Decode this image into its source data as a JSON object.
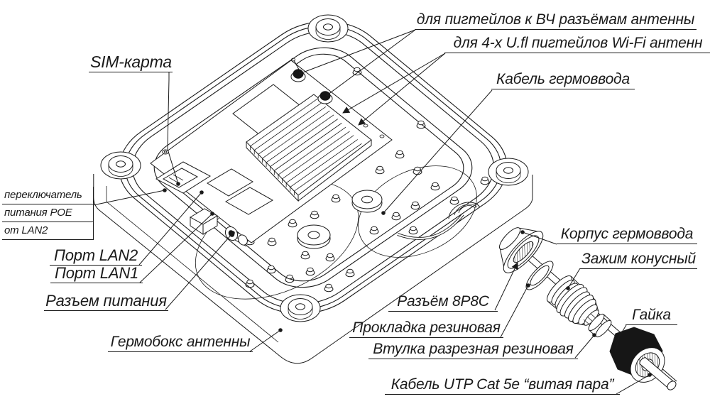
{
  "drawing": {
    "labels": {
      "sim": "SIM-карта",
      "rf_pigtails": "для пигтейлов к ВЧ разъёмам антенны",
      "ufl_pigtails": "для 4-х U.fl пигтейлов Wi-Fi антенн",
      "gland_cable": "Кабель гермоввода",
      "poe_switch_line1": "переключатель",
      "poe_switch_line2": "питания POE",
      "poe_switch_line3": "от LAN2",
      "lan2": "Порт LAN2",
      "lan1": "Порт LAN1",
      "power": "Разъем питания",
      "enclosure": "Гермобокс антенны",
      "gland_body": "Корпус гермоввода",
      "cone_clamp": "Зажим конусный",
      "rj45": "Разъём 8P8C",
      "gasket": "Прокладка резиновая",
      "split_bushing": "Втулка разрезная резиновая",
      "nut": "Гайка",
      "utp_cable": "Кабель UTP Cat 5e “витая пара”"
    },
    "colors": {
      "line": "#1a1a1a",
      "background": "#ffffff"
    }
  }
}
